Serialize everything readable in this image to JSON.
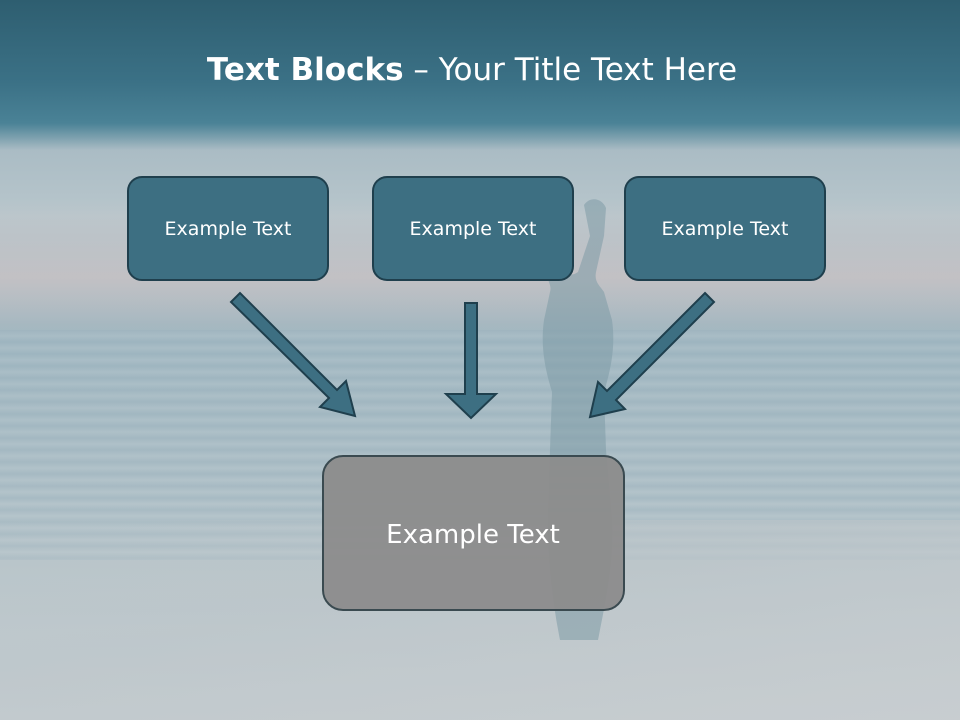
{
  "title": {
    "bold": "Text Blocks",
    "separator": " – ",
    "rest": "Your Title Text Here"
  },
  "boxes": {
    "top_left": "Example Text",
    "top_center": "Example Text",
    "top_right": "Example Text",
    "bottom": "Example Text"
  },
  "colors": {
    "title_band": "#3b7186",
    "box_fill": "#3d6f82",
    "box_border": "#1f3f4d",
    "arrow_fill": "#3d6f82",
    "arrow_stroke": "#1f3f4d",
    "bottom_fill": "#8c8c8c",
    "bottom_border": "#3a4a50",
    "text": "#ffffff"
  }
}
